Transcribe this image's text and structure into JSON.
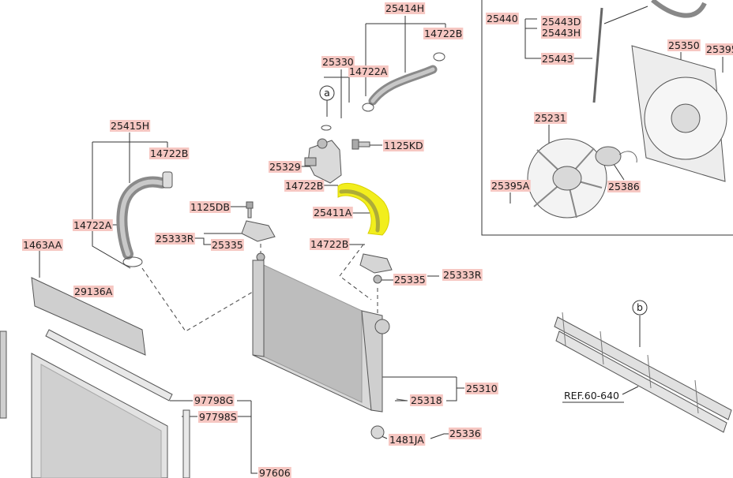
{
  "diagram": {
    "highlight_color": "#f2ee1d",
    "label_bg_color": "#f6c7c2",
    "callouts": {
      "a": "a",
      "b": "b"
    },
    "reference": "REF.60-640",
    "parts": {
      "p25414H": "25414H",
      "p14722B_top": "14722B",
      "p25330": "25330",
      "p14722A_top": "14722A",
      "p25440": "25440",
      "p25443D": "25443D",
      "p25443H": "25443H",
      "p25443": "25443",
      "p25350": "25350",
      "p25395": "25395",
      "p25231": "25231",
      "p25395A": "25395A",
      "p25386": "25386",
      "p25415H": "25415H",
      "p14722B_left": "14722B",
      "p1125KD": "1125KD",
      "p25329": "25329",
      "p14722B_mid": "14722B",
      "p1125DB": "1125DB",
      "p25411A": "25411A",
      "p14722A_left": "14722A",
      "p25333R_left": "25333R",
      "p25335_left": "25335",
      "p14722B_low": "14722B",
      "p1463AA": "1463AA",
      "p25335_right": "25335",
      "p25333R_right": "25333R",
      "p29136A": "29136A",
      "p25310": "25310",
      "p25318": "25318",
      "p97798G": "97798G",
      "p97798S": "97798S",
      "p1481JA": "1481JA",
      "p25336": "25336",
      "p97606": "97606"
    }
  }
}
